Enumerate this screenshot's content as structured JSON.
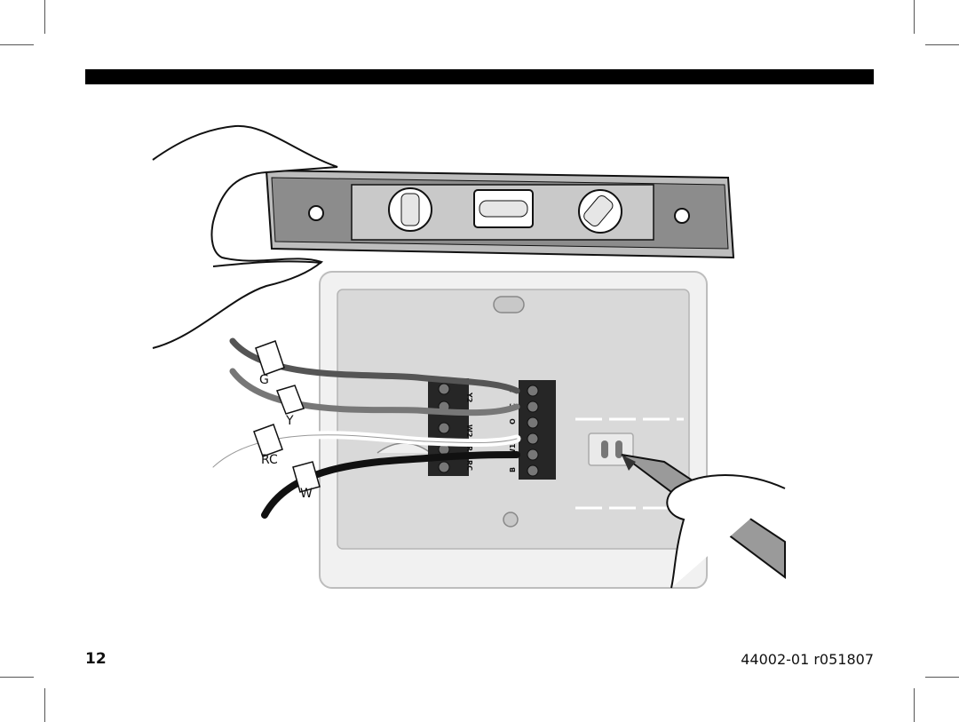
{
  "page": {
    "number": "12",
    "doc_code": "44002-01 r051807"
  },
  "wire_tags": {
    "g": "G",
    "y": "Y",
    "rc": "RC",
    "w": "W"
  },
  "terminal_labels": {
    "right": [
      "L",
      "C",
      "O",
      "E",
      "W1",
      "B"
    ],
    "left": [
      "Y2",
      "Y",
      "W2",
      "R",
      "RC"
    ]
  },
  "colors": {
    "bar": "#000000",
    "plate": "#d9d9d9",
    "level_body": "#8c8c8c",
    "terminal_block": "#222222"
  }
}
